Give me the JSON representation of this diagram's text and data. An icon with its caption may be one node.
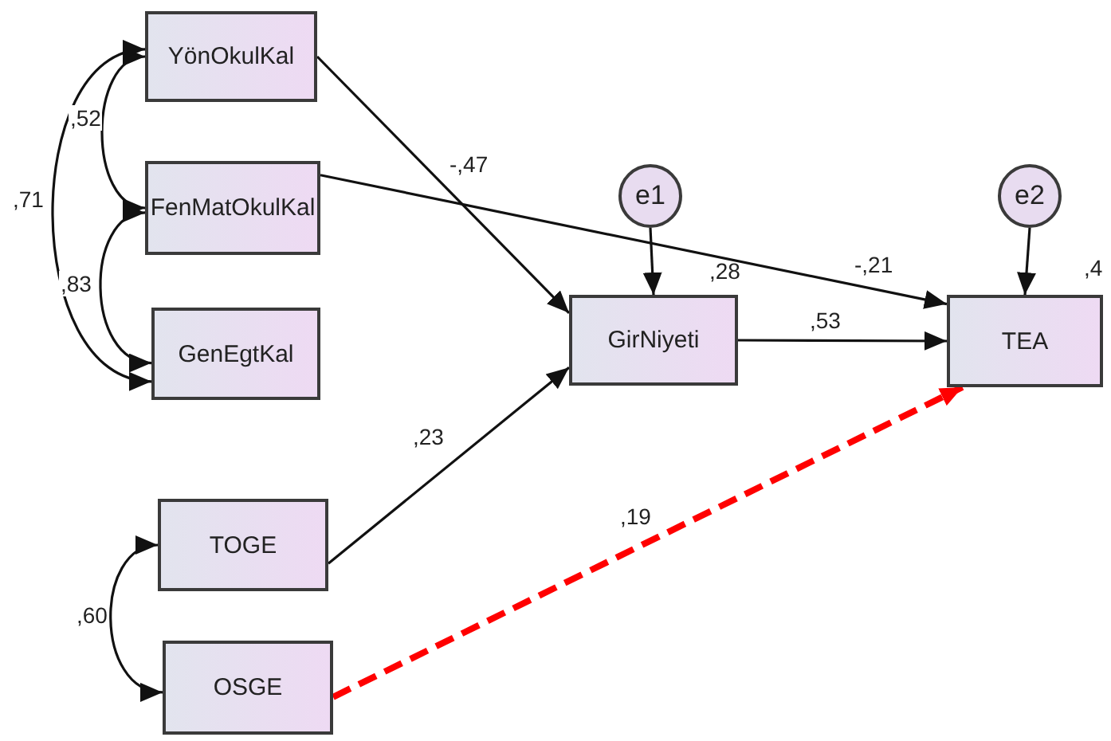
{
  "diagram": {
    "nodes": [
      {
        "text": [
          "YönOkulKal"
        ]
      },
      {
        "text": [
          "FenMatOkulKal"
        ]
      },
      {
        "text": [
          "GenEgtKal"
        ]
      },
      {
        "text": [
          "TOGE"
        ]
      },
      {
        "text": [
          "OSGE"
        ]
      },
      {
        "text": [
          "e1"
        ]
      },
      {
        "text": [
          "GirNiyeti"
        ],
        "beside": [
          ",28"
        ]
      },
      {
        "text": [
          "e2"
        ]
      },
      {
        "text": [
          "TEA"
        ],
        "beside": [
          ",4"
        ]
      }
    ],
    "edges": [
      {
        "from": 0,
        "to": 6,
        "arrow": "to",
        "label": "-,47"
      },
      {
        "from": 1,
        "to": 8,
        "arrow": "to",
        "label": "-,21"
      },
      {
        "from": 6,
        "to": 8,
        "arrow": "to",
        "label": ",53"
      },
      {
        "from": 3,
        "to": 6,
        "arrow": "to",
        "label": ",23"
      },
      {
        "from": 4,
        "to": 8,
        "arrow": "to",
        "label": ",19",
        "style": "dashed",
        "color": "#ff0000"
      },
      {
        "from": 5,
        "to": 6,
        "arrow": "to"
      },
      {
        "from": 7,
        "to": 8,
        "arrow": "to"
      },
      {
        "from": 0,
        "to": 1,
        "arrow": "both",
        "label": ",52"
      },
      {
        "from": 0,
        "to": 2,
        "arrow": "both",
        "label": ",71"
      },
      {
        "from": 1,
        "to": 2,
        "arrow": "both",
        "label": ",83"
      },
      {
        "from": 3,
        "to": 4,
        "arrow": "both",
        "label": ",60"
      }
    ]
  }
}
